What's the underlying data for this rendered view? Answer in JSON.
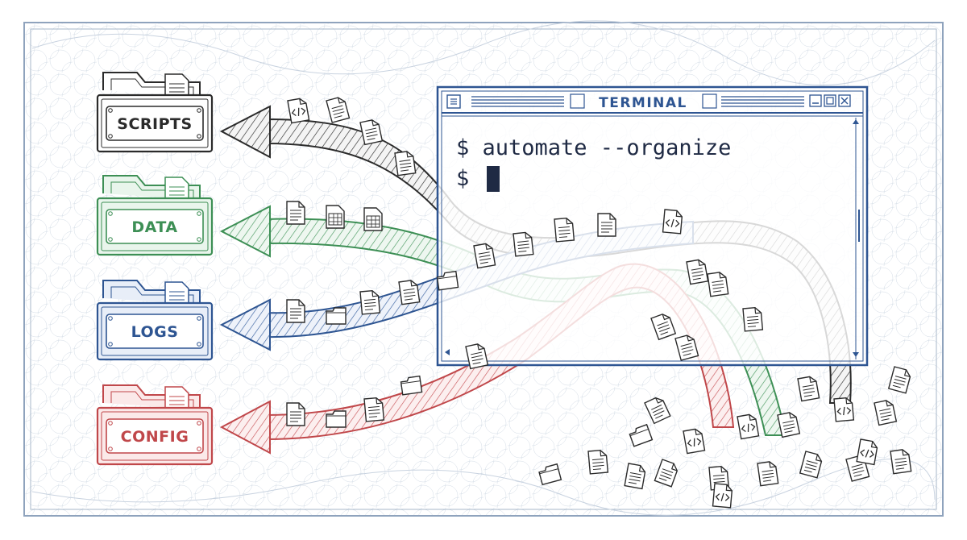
{
  "folders": [
    {
      "label": "SCRIPTS",
      "color": "#2b2b2b",
      "fill": "#ffffff"
    },
    {
      "label": "DATA",
      "color": "#3d8f55",
      "fill": "#e9f5ec"
    },
    {
      "label": "LOGS",
      "color": "#2e5592",
      "fill": "#e8eef8"
    },
    {
      "label": "CONFIG",
      "color": "#c0474a",
      "fill": "#fbe9e9"
    }
  ],
  "terminal": {
    "title": "TERMINAL",
    "lines": [
      "$ automate --organize",
      "$ "
    ],
    "accent": "#2e5592"
  },
  "icons": [
    "code-file-icon",
    "text-file-icon",
    "spreadsheet-file-icon",
    "folder-icon",
    "image-file-icon",
    "minimize-icon",
    "maximize-icon",
    "close-icon"
  ]
}
